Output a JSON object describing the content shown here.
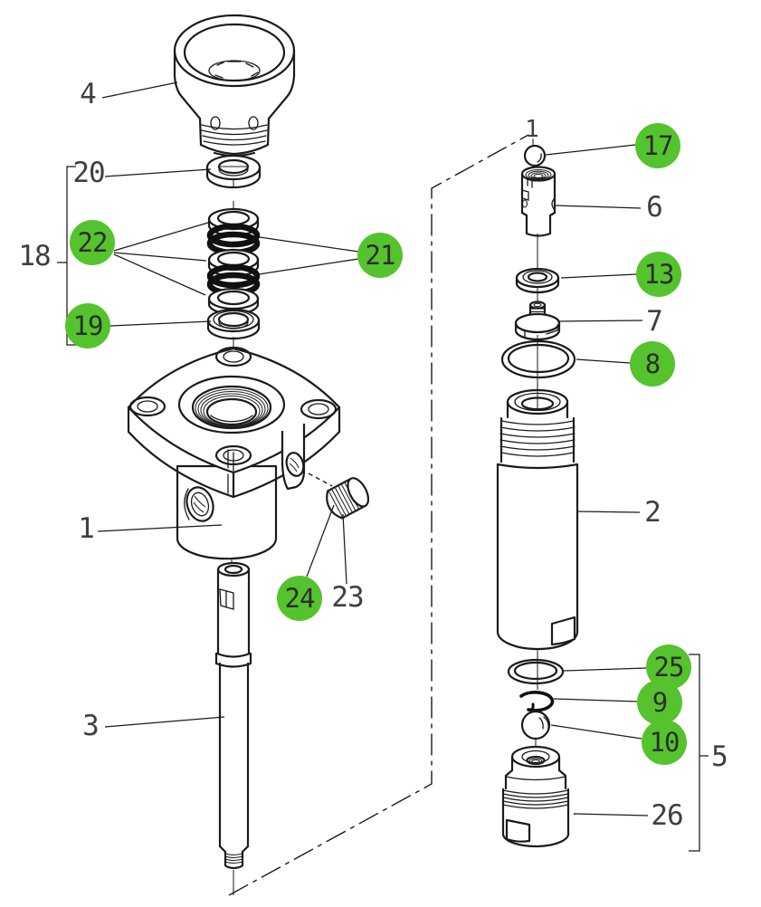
{
  "diagram": {
    "type": "exploded-parts-diagram",
    "background": "#ffffff",
    "line_color": "#1b1b1b",
    "text_color": "#3f3f3f",
    "highlight_color": "#55c32d",
    "callouts": {
      "green": [
        {
          "id": "22",
          "label": "22"
        },
        {
          "id": "21",
          "label": "21"
        },
        {
          "id": "19",
          "label": "19"
        },
        {
          "id": "24",
          "label": "24"
        },
        {
          "id": "17",
          "label": "17"
        },
        {
          "id": "13",
          "label": "13"
        },
        {
          "id": "8",
          "label": "8"
        },
        {
          "id": "25",
          "label": "25"
        },
        {
          "id": "9",
          "label": "9"
        },
        {
          "id": "10",
          "label": "10"
        }
      ],
      "plain": [
        {
          "id": "4",
          "label": "4"
        },
        {
          "id": "20",
          "label": "20"
        },
        {
          "id": "18",
          "label": "18"
        },
        {
          "id": "1",
          "label": "1"
        },
        {
          "id": "23",
          "label": "23"
        },
        {
          "id": "3",
          "label": "3"
        },
        {
          "id": "6",
          "label": "6"
        },
        {
          "id": "7",
          "label": "7"
        },
        {
          "id": "2",
          "label": "2"
        },
        {
          "id": "26",
          "label": "26"
        },
        {
          "id": "5",
          "label": "5"
        },
        {
          "id": "1-axis",
          "label": "1"
        }
      ]
    }
  }
}
